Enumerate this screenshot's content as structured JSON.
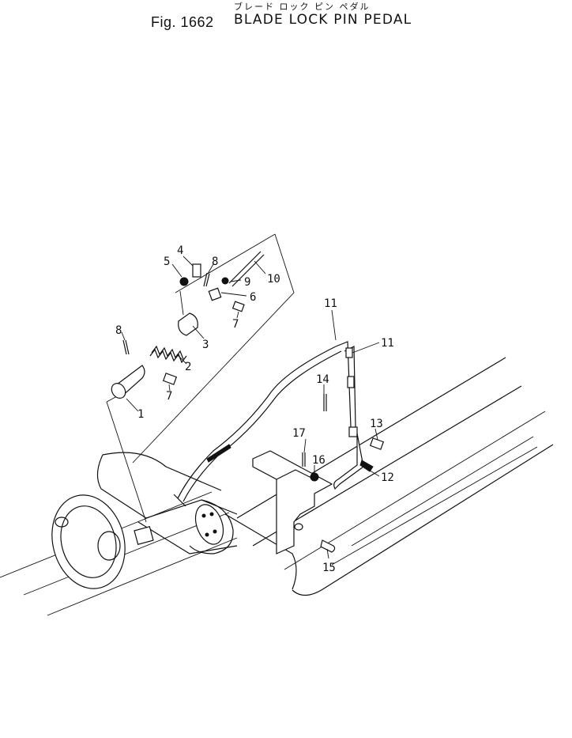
{
  "figure": {
    "number_label": "Fig. 1662",
    "title": "BLADE LOCK PIN PEDAL",
    "title_jp": "ブレード ロック ピン ペダル"
  },
  "callouts": {
    "c1": "1",
    "c2": "2",
    "c3": "3",
    "c4": "4",
    "c5": "5",
    "c6": "6",
    "c7a": "7",
    "c7b": "7",
    "c8a": "8",
    "c8b": "8",
    "c9": "9",
    "c10": "10",
    "c11a": "11",
    "c11b": "11",
    "c12": "12",
    "c13": "13",
    "c14": "14",
    "c15": "15",
    "c16": "16",
    "c17": "17"
  }
}
